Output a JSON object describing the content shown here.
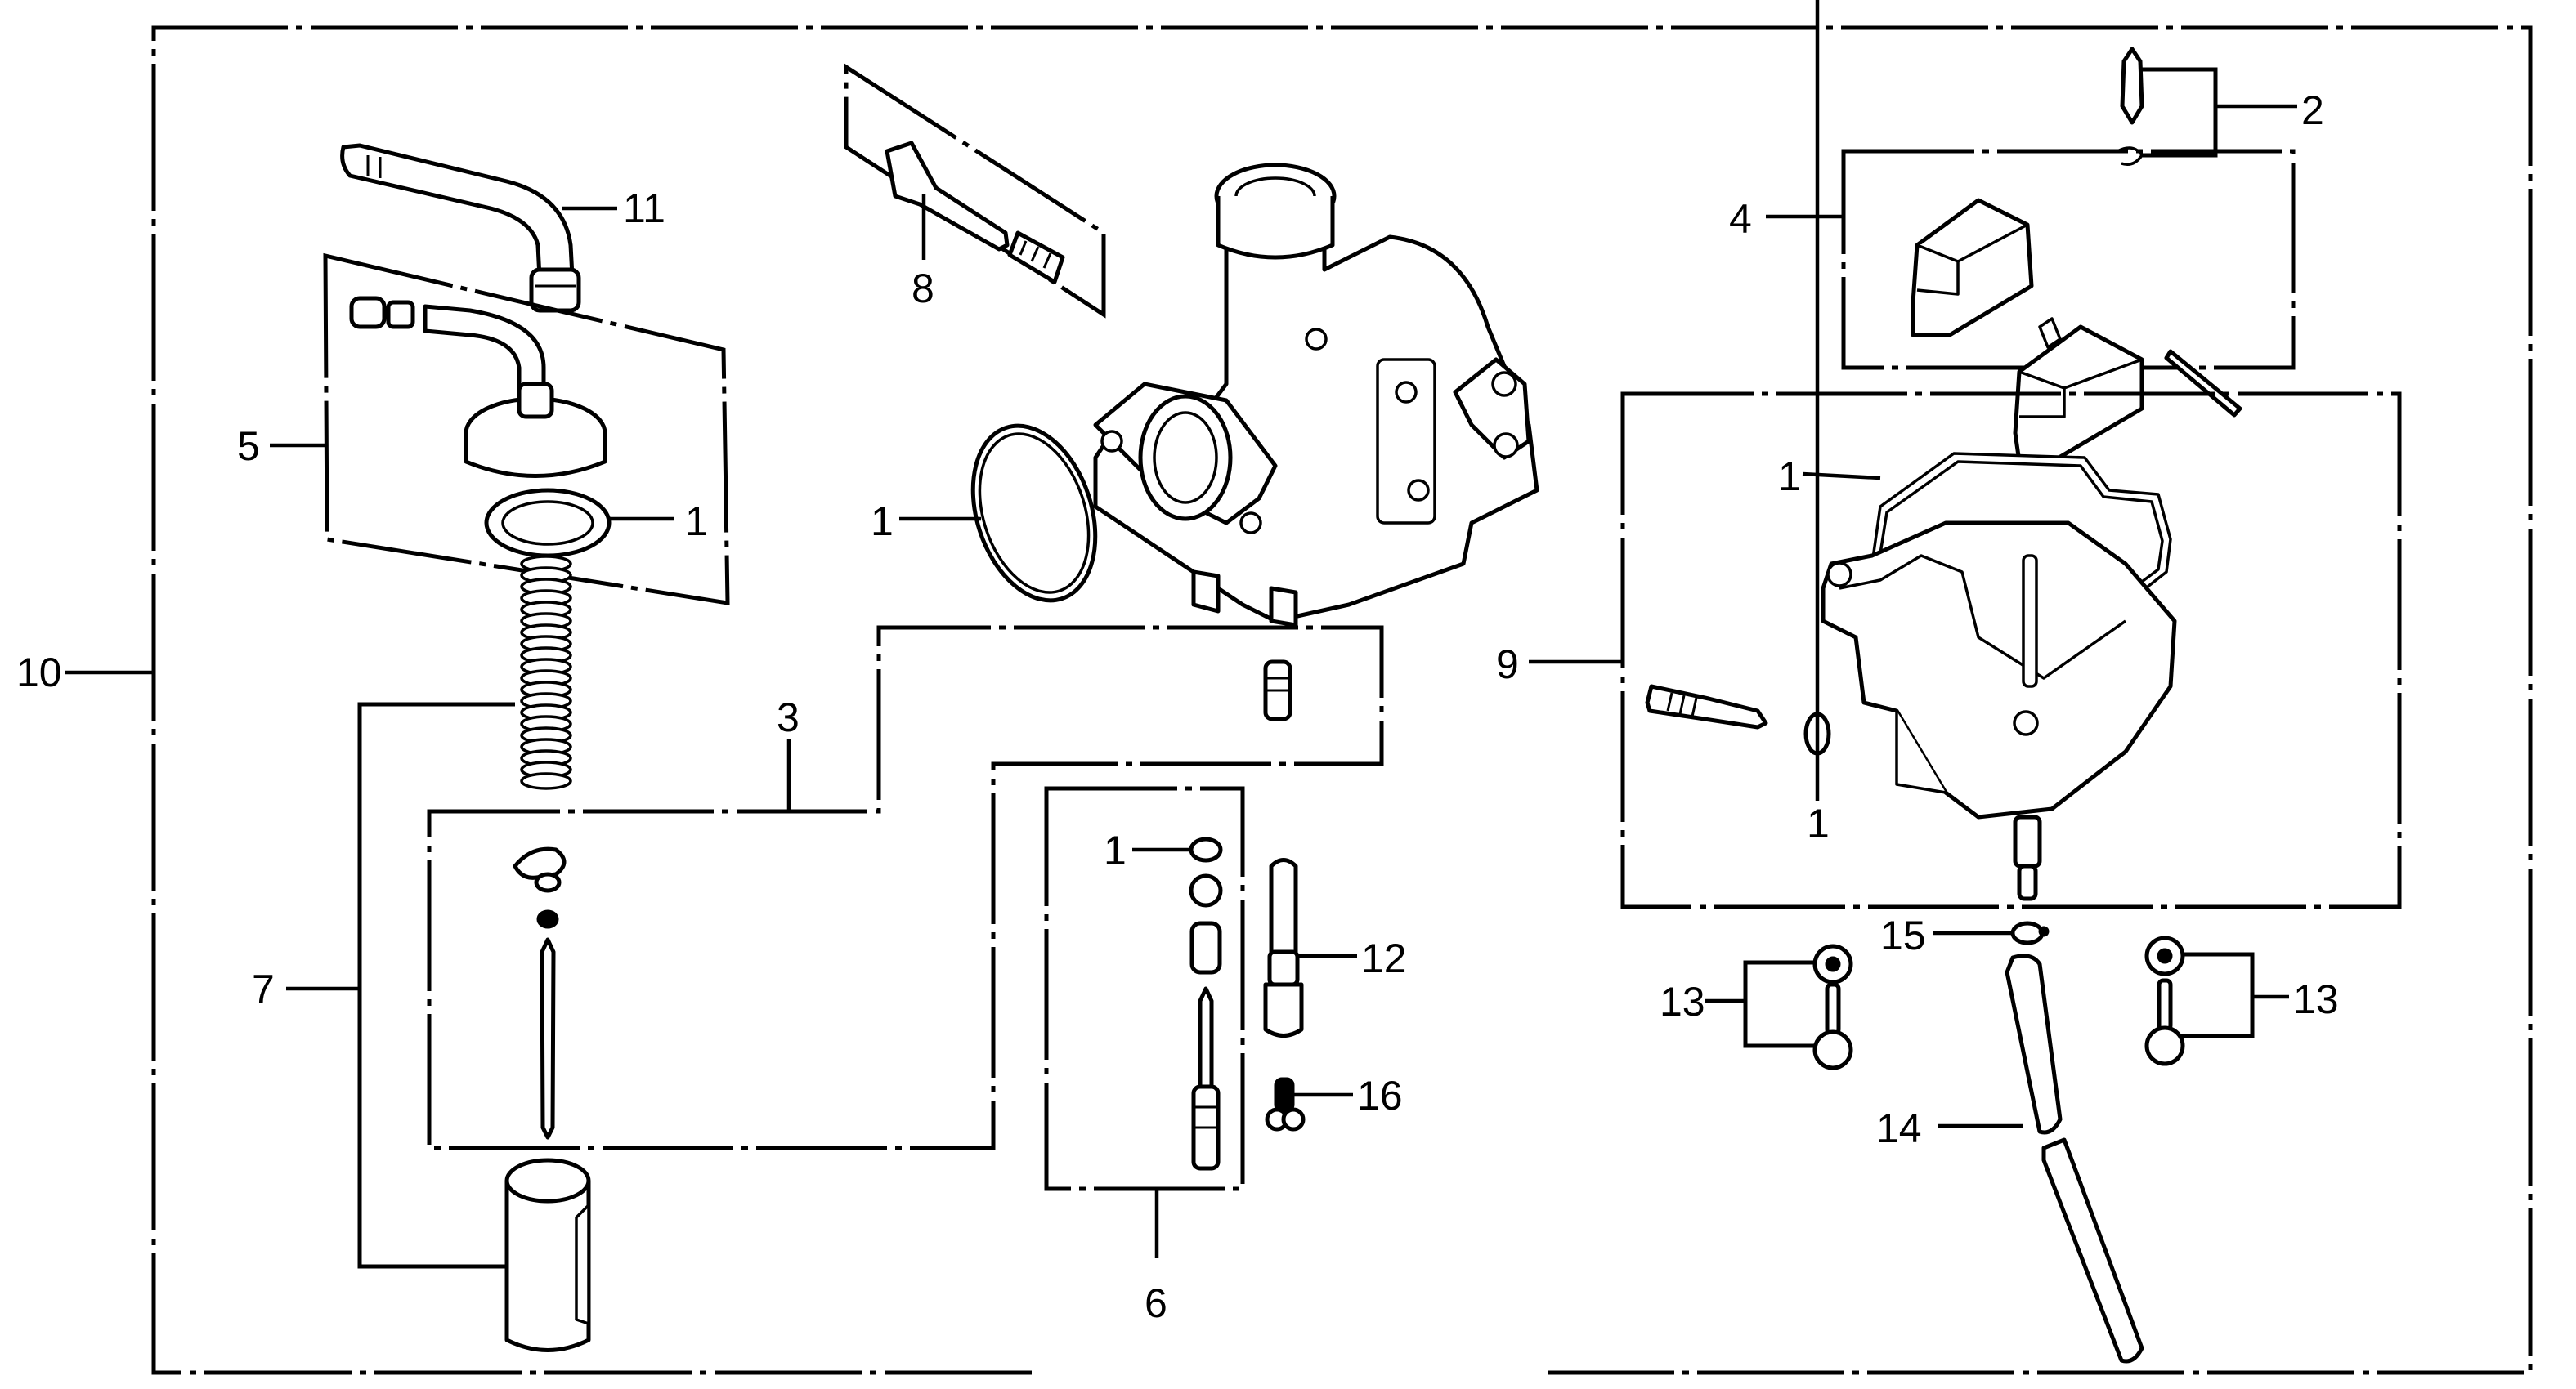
{
  "diagram": {
    "title": "Carburetor exploded parts diagram",
    "colors": {
      "ink": "#000000",
      "paper": "#ffffff"
    },
    "callouts": {
      "assembly_frame": "10",
      "fuel_pipe": "11",
      "top_cap_set": "5",
      "cap_oring": "1",
      "throttle_valve_set": "7",
      "jet_needle_set": "3",
      "pilot_screw_set": "8",
      "body_oring": "1",
      "jet_set": "6",
      "jet_set_oring": "1",
      "main_jet": "12",
      "slow_jet": "16",
      "float_valve": "2",
      "float_set": "4",
      "float_chamber_set": "9",
      "float_chamber_gasket": "1",
      "drain_screw_oring": "1",
      "hose_clip": "15",
      "screw_washer_left": "13",
      "screw_washer_right": "13",
      "drain_tube": "14"
    }
  }
}
